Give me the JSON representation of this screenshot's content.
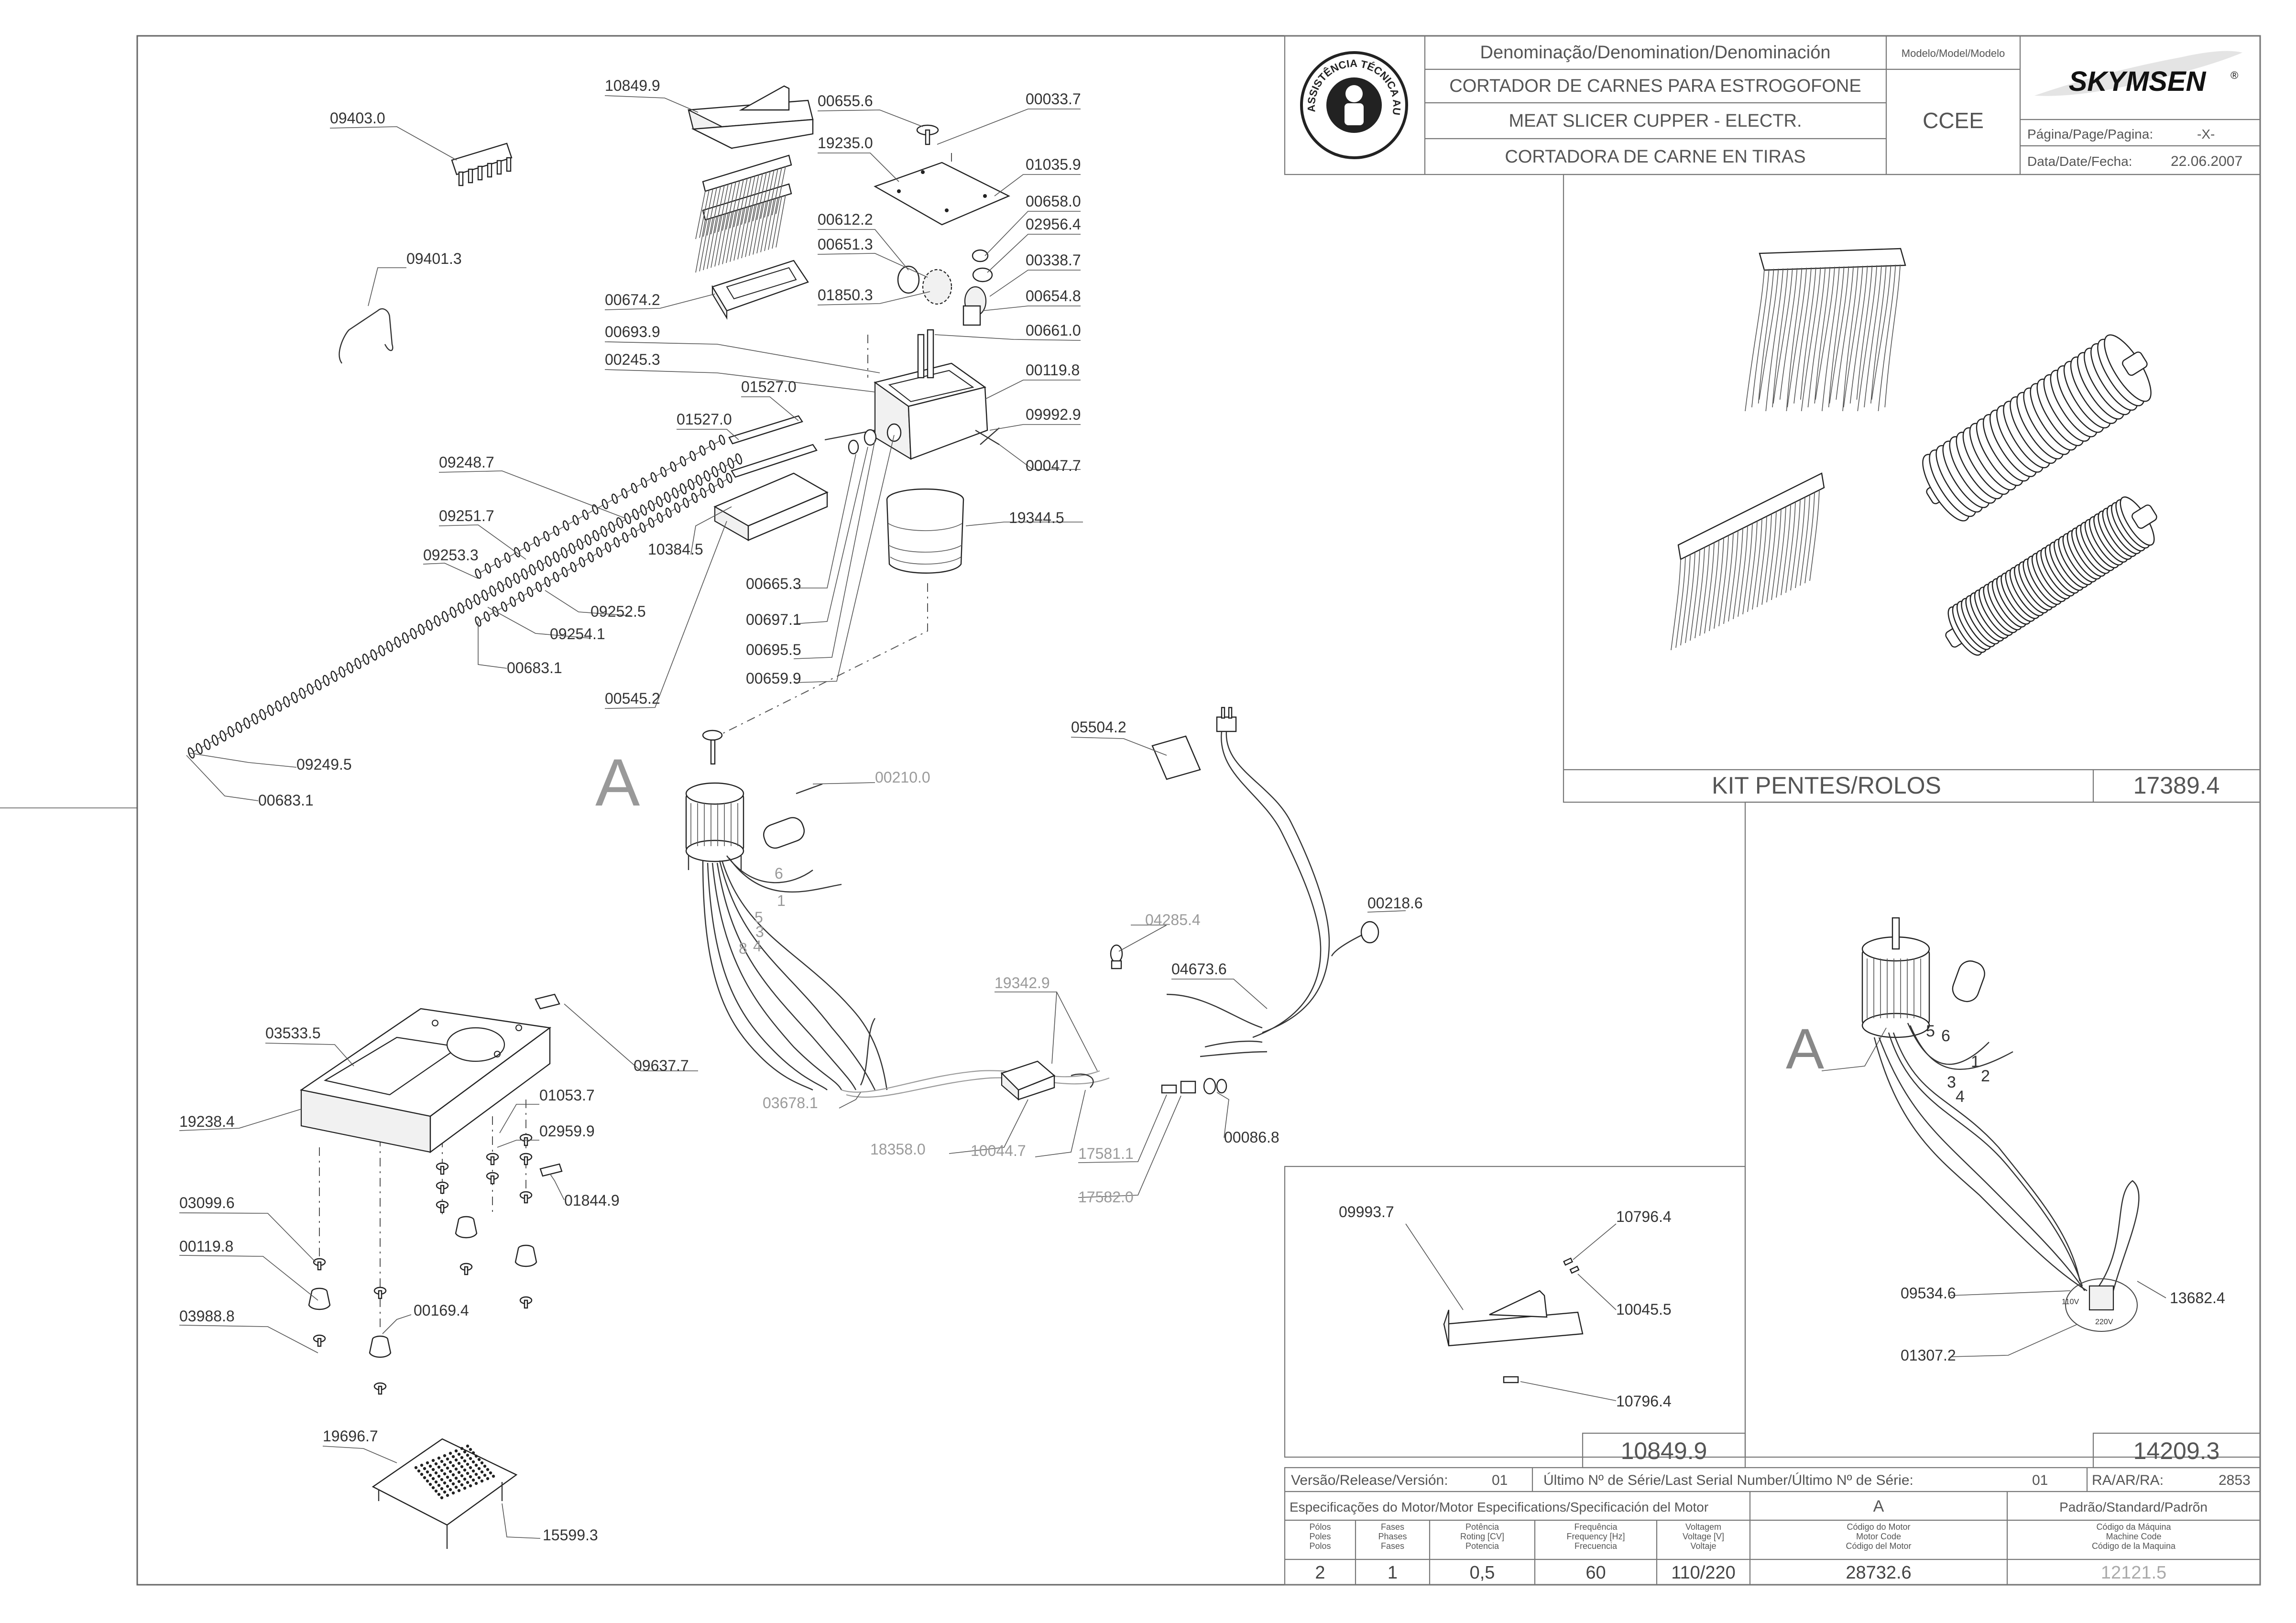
{
  "title_block": {
    "denomination_header": "Denominação/Denomination/Denominación",
    "model_header": "Modelo/Model/Modelo",
    "name_pt": "CORTADOR DE CARNES PARA ESTROGOFONE",
    "name_en": "MEAT SLICER CUPPER - ELECTR.",
    "name_es": "CORTADORA DE CARNE EN TIRAS",
    "model_value": "CCEE",
    "brand": "SKYMSEN",
    "page_label": "Página/Page/Pagina:",
    "page_value": "-X-",
    "date_label": "Data/Date/Fecha:",
    "date_value": "22.06.2007",
    "seal_text": "ASSISTÊNCIA TÉCNICA AUTORIZADA"
  },
  "kit_pentes": {
    "label": "KIT PENTES/ROLOS",
    "code": "17389.4"
  },
  "kit_10849": {
    "code": "10849.9",
    "parts": [
      "09993.7",
      "10796.4",
      "10045.5",
      "10796.4"
    ]
  },
  "kit_motor": {
    "code": "14209.3",
    "view": "A",
    "parts": [
      "09534.6",
      "13682.4",
      "01307.2"
    ],
    "wires": [
      "5",
      "6",
      "1",
      "2",
      "3",
      "4"
    ],
    "voltages": [
      "110V",
      "220V"
    ]
  },
  "release_row": {
    "version_label": "Versão/Release/Versión:",
    "version_value": "01",
    "serial_label": "Último Nº de Série/Last Serial Number/Último Nº de Série:",
    "serial_value": "01",
    "ra_label": "RA/AR/RA:",
    "ra_value": "2853"
  },
  "motor_spec": {
    "header": "Especificações do Motor/Motor Especifications/Specificación del Motor",
    "letter": "A",
    "standard": "Padrão/Standard/Padrõn",
    "columns": [
      {
        "label": "Pólos\nPoles\nPolos",
        "value": "2"
      },
      {
        "label": "Fases\nPhases\nFases",
        "value": "1"
      },
      {
        "label": "Potência\nRoting [CV]\nPotencia",
        "value": "0,5"
      },
      {
        "label": "Frequência\nFrequency [Hz]\nFrecuencia",
        "value": "60"
      },
      {
        "label": "Voltagem\nVoltage [V]\nVoltaje",
        "value": "110/220"
      },
      {
        "label": "Código do Motor\nMotor Code\nCódigo del Motor",
        "value": "28732.6"
      },
      {
        "label": "Código da Máquina\nMachine Code\nCódigo de la Maquina",
        "value": "12121.5"
      }
    ]
  },
  "main_view_letter": "A",
  "wire_numbers": [
    "6",
    "1",
    "5",
    "3",
    "8",
    "4"
  ],
  "callouts": [
    {
      "id": "c01",
      "text": "10849.9"
    },
    {
      "id": "c02",
      "text": "00655.6"
    },
    {
      "id": "c03",
      "text": "00033.7"
    },
    {
      "id": "c04",
      "text": "09403.0"
    },
    {
      "id": "c05",
      "text": "19235.0"
    },
    {
      "id": "c06",
      "text": "01035.9"
    },
    {
      "id": "c07",
      "text": "00658.0"
    },
    {
      "id": "c08",
      "text": "00612.2"
    },
    {
      "id": "c09",
      "text": "02956.4"
    },
    {
      "id": "c10",
      "text": "00651.3"
    },
    {
      "id": "c11",
      "text": "00338.7"
    },
    {
      "id": "c12",
      "text": "09401.3"
    },
    {
      "id": "c13",
      "text": "01850.3"
    },
    {
      "id": "c14",
      "text": "00654.8"
    },
    {
      "id": "c15",
      "text": "00674.2"
    },
    {
      "id": "c16",
      "text": "00661.0"
    },
    {
      "id": "c17",
      "text": "00693.9"
    },
    {
      "id": "c18",
      "text": "00245.3"
    },
    {
      "id": "c19",
      "text": "00119.8"
    },
    {
      "id": "c20",
      "text": "01527.0"
    },
    {
      "id": "c21",
      "text": "09992.9"
    },
    {
      "id": "c22",
      "text": "01527.0"
    },
    {
      "id": "c23",
      "text": "00047.7"
    },
    {
      "id": "c24",
      "text": "09248.7"
    },
    {
      "id": "c25",
      "text": "19344.5"
    },
    {
      "id": "c26",
      "text": "09251.7"
    },
    {
      "id": "c27",
      "text": "10384.5"
    },
    {
      "id": "c28",
      "text": "09253.3"
    },
    {
      "id": "c29",
      "text": "00665.3"
    },
    {
      "id": "c30",
      "text": "09252.5"
    },
    {
      "id": "c31",
      "text": "00697.1"
    },
    {
      "id": "c32",
      "text": "09254.1"
    },
    {
      "id": "c33",
      "text": "00695.5"
    },
    {
      "id": "c34",
      "text": "00683.1"
    },
    {
      "id": "c35",
      "text": "00659.9"
    },
    {
      "id": "c36",
      "text": "00545.2"
    },
    {
      "id": "c37",
      "text": "09249.5"
    },
    {
      "id": "c38",
      "text": "00683.1"
    },
    {
      "id": "c39",
      "text": "05504.2"
    },
    {
      "id": "c40",
      "text": "00210.0"
    },
    {
      "id": "c41",
      "text": "00218.6"
    },
    {
      "id": "c42",
      "text": "04285.4"
    },
    {
      "id": "c43",
      "text": "04673.6"
    },
    {
      "id": "c44",
      "text": "19342.9"
    },
    {
      "id": "c45",
      "text": "03533.5"
    },
    {
      "id": "c46",
      "text": "09637.7"
    },
    {
      "id": "c47",
      "text": "19238.4"
    },
    {
      "id": "c48",
      "text": "01053.7"
    },
    {
      "id": "c49",
      "text": "02959.9"
    },
    {
      "id": "c50",
      "text": "03678.1"
    },
    {
      "id": "c51",
      "text": "00086.8"
    },
    {
      "id": "c52",
      "text": "18358.0"
    },
    {
      "id": "c53",
      "text": "10044.7"
    },
    {
      "id": "c54",
      "text": "17581.1"
    },
    {
      "id": "c55",
      "text": "01844.9"
    },
    {
      "id": "c56",
      "text": "17582.0"
    },
    {
      "id": "c57",
      "text": "03099.6"
    },
    {
      "id": "c58",
      "text": "00119.8"
    },
    {
      "id": "c59",
      "text": "00169.4"
    },
    {
      "id": "c60",
      "text": "03988.8"
    },
    {
      "id": "c61",
      "text": "19696.7"
    },
    {
      "id": "c62",
      "text": "15599.3"
    }
  ]
}
